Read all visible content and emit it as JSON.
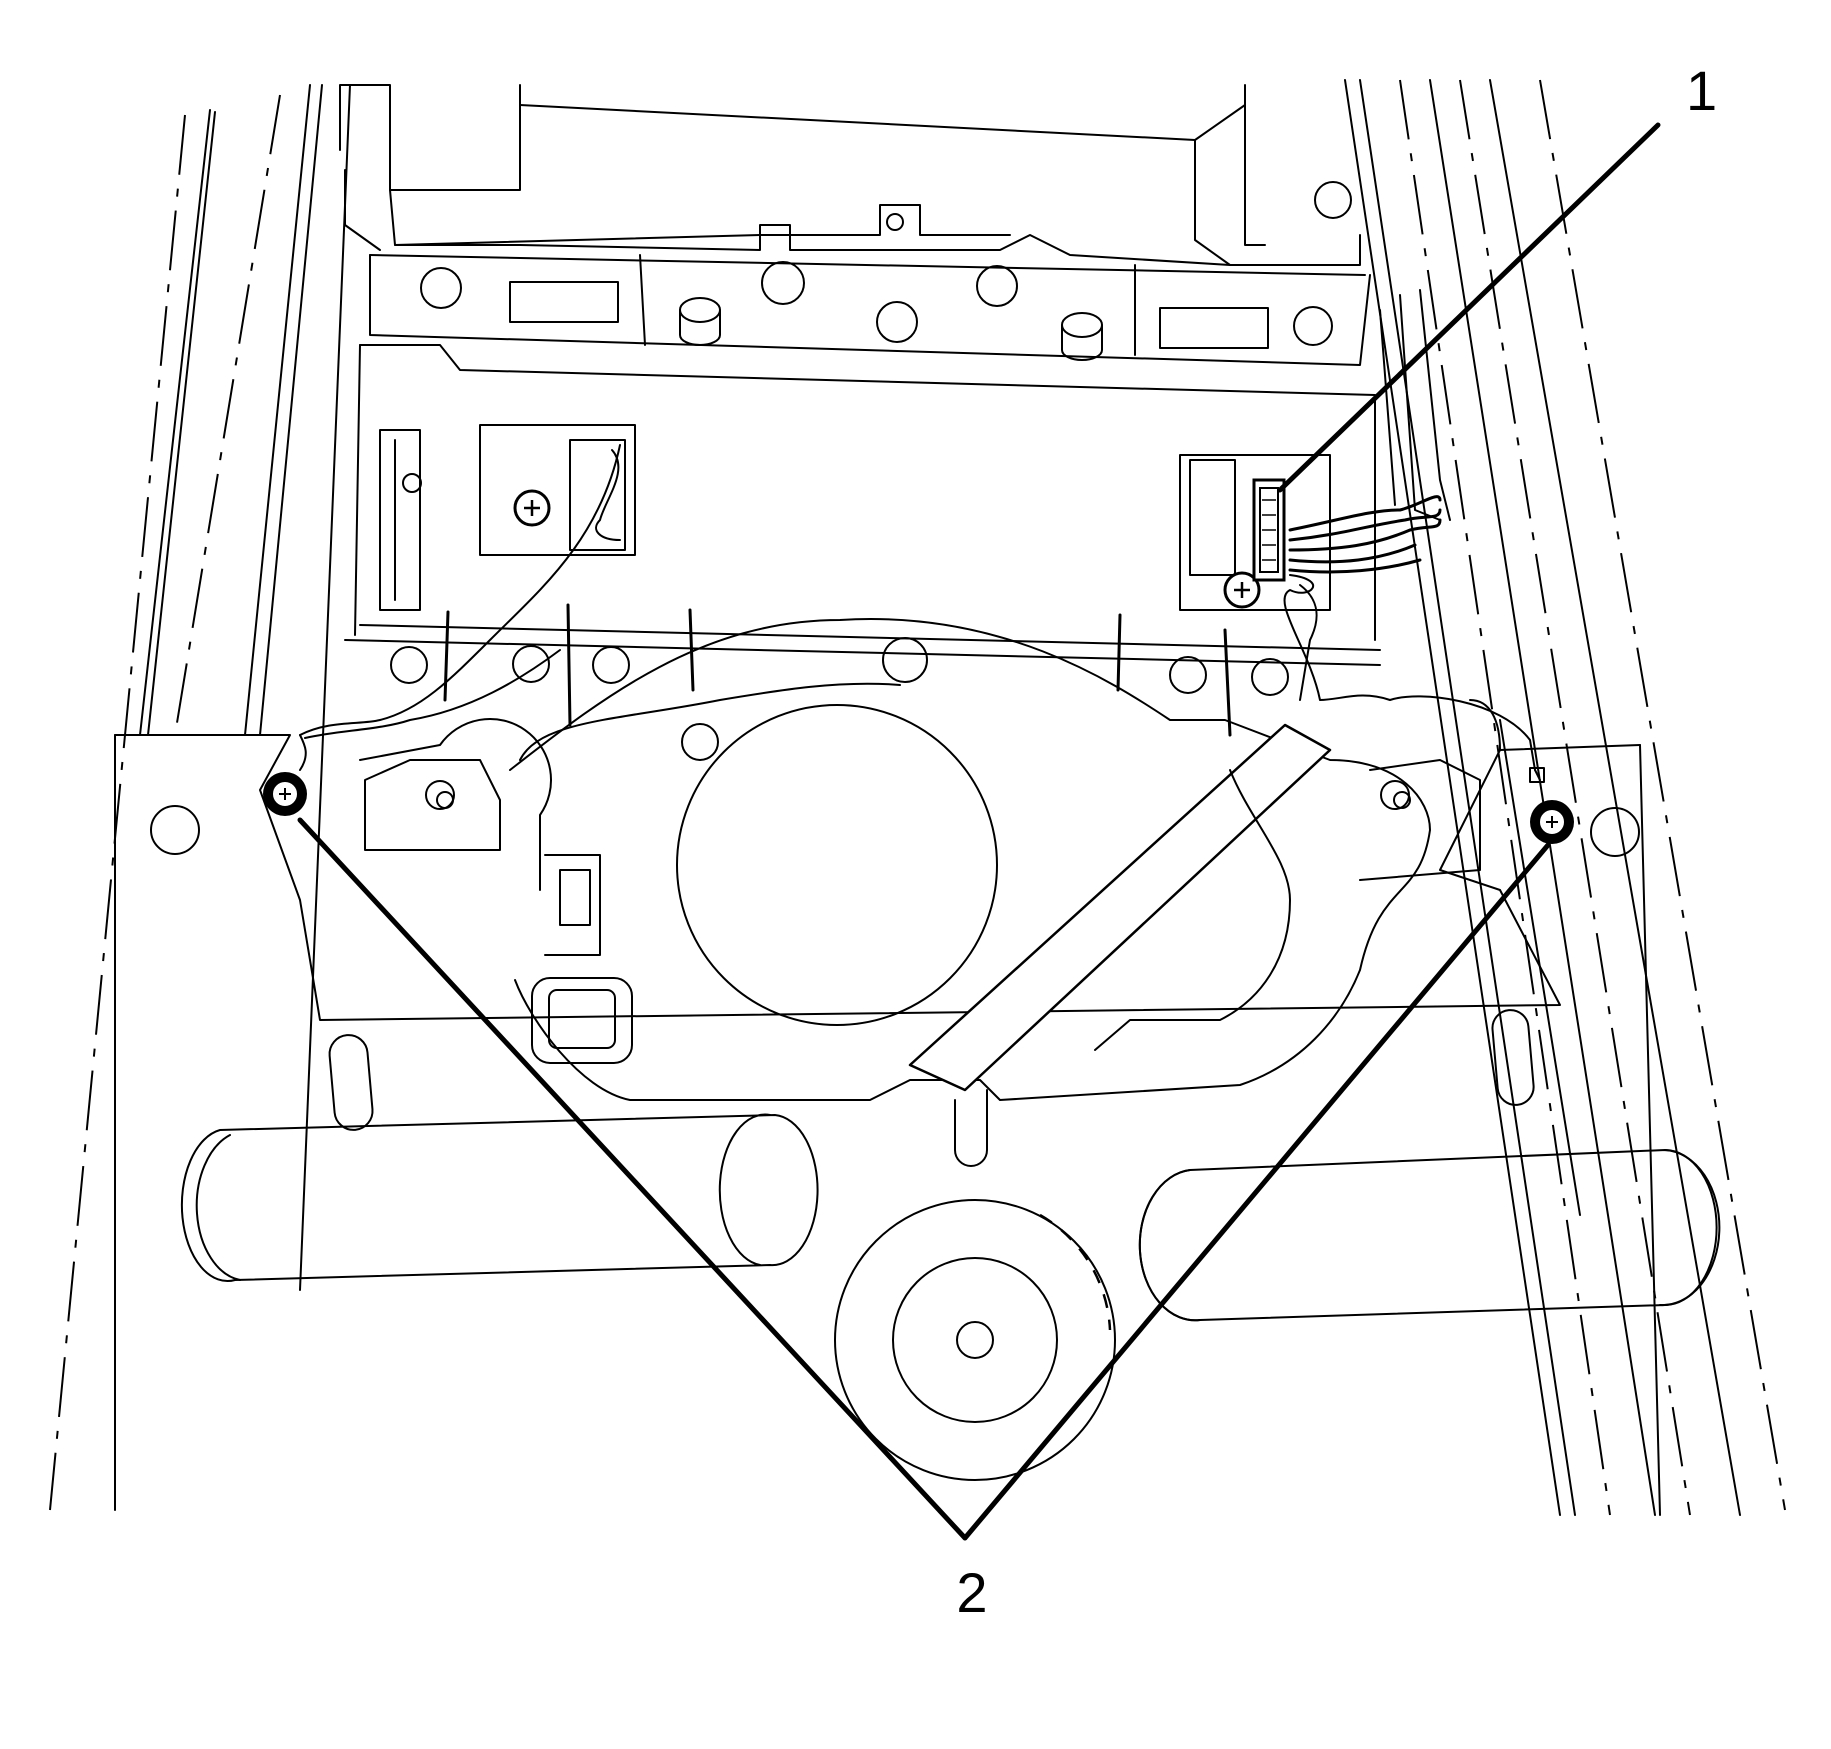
{
  "callouts": [
    {
      "id": "1",
      "label": "1"
    },
    {
      "id": "2",
      "label": "2"
    }
  ],
  "icons": {
    "screw": "phillips-screw-icon",
    "ground_terminal": "ring-terminal-icon",
    "connector": "electrical-connector-icon"
  },
  "colors": {
    "line": "#000000",
    "background": "#ffffff"
  }
}
